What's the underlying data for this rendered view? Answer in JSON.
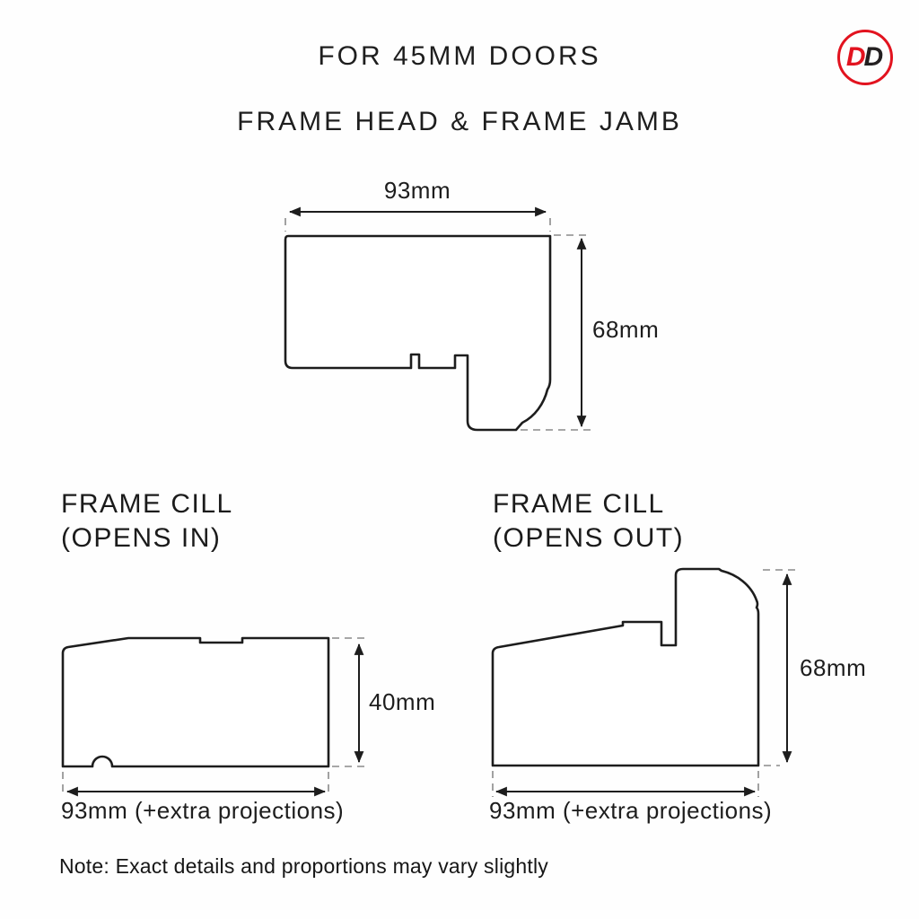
{
  "page": {
    "title": "FOR 45MM DOORS",
    "subtitle": "FRAME HEAD & FRAME JAMB",
    "note": "Note: Exact details and proportions may vary slightly"
  },
  "logo": {
    "letter_first": "D",
    "letter_second": "D",
    "ring_color": "#e2131f",
    "letter_first_color": "#e2131f",
    "letter_second_color": "#242021"
  },
  "colors": {
    "line": "#1d1d1d",
    "dash": "#8a8a8a",
    "text": "#1f1f1f"
  },
  "diagrams": {
    "head_jamb": {
      "width_label": "93mm",
      "height_label": "68mm"
    },
    "cill_in": {
      "title_line1": "FRAME CILL",
      "title_line2": "(OPENS IN)",
      "height_label": "40mm",
      "width_label": "93mm (+extra projections)"
    },
    "cill_out": {
      "title_line1": "FRAME CILL",
      "title_line2": "(OPENS OUT)",
      "height_label": "68mm",
      "width_label": "93mm (+extra projections)"
    }
  }
}
